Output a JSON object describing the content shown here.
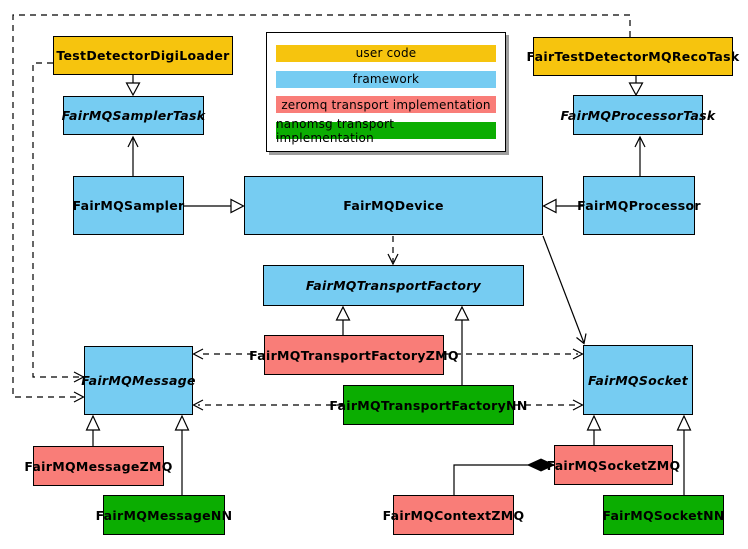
{
  "colors": {
    "user_code": "#F6C40E",
    "framework": "#76CCF2",
    "zeromq": "#F97D78",
    "nanomsg": "#0BAD01",
    "legend_shadow": "#9E9E9E",
    "border": "#000000",
    "background": "#FFFFFF"
  },
  "legend": {
    "items": [
      {
        "label": "user code",
        "category": "user_code"
      },
      {
        "label": "framework",
        "category": "framework"
      },
      {
        "label": "zeromq transport implementation",
        "category": "zeromq"
      },
      {
        "label": "nanomsg transport implementation",
        "category": "nanomsg"
      }
    ]
  },
  "nodes": {
    "digiloader": {
      "label": "TestDetectorDigiLoader",
      "category": "user_code",
      "abstract": false
    },
    "recotask": {
      "label": "FairTestDetectorMQRecoTask",
      "category": "user_code",
      "abstract": false
    },
    "samplertask": {
      "label": "FairMQSamplerTask",
      "category": "framework",
      "abstract": true
    },
    "processortask": {
      "label": "FairMQProcessorTask",
      "category": "framework",
      "abstract": true
    },
    "sampler": {
      "label": "FairMQSampler",
      "category": "framework",
      "abstract": false
    },
    "device": {
      "label": "FairMQDevice",
      "category": "framework",
      "abstract": false
    },
    "processor": {
      "label": "FairMQProcessor",
      "category": "framework",
      "abstract": false
    },
    "transportfactory": {
      "label": "FairMQTransportFactory",
      "category": "framework",
      "abstract": true
    },
    "factoryzmq": {
      "label": "FairMQTransportFactoryZMQ",
      "category": "zeromq",
      "abstract": false
    },
    "factorynn": {
      "label": "FairMQTransportFactoryNN",
      "category": "nanomsg",
      "abstract": false
    },
    "message": {
      "label": "FairMQMessage",
      "category": "framework",
      "abstract": true
    },
    "socket": {
      "label": "FairMQSocket",
      "category": "framework",
      "abstract": true
    },
    "messagezmq": {
      "label": "FairMQMessageZMQ",
      "category": "zeromq",
      "abstract": false
    },
    "messagenn": {
      "label": "FairMQMessageNN",
      "category": "nanomsg",
      "abstract": false
    },
    "contextzmq": {
      "label": "FairMQContextZMQ",
      "category": "zeromq",
      "abstract": false
    },
    "socketzmq": {
      "label": "FairMQSocketZMQ",
      "category": "zeromq",
      "abstract": false
    },
    "socketnn": {
      "label": "FairMQSocketNN",
      "category": "nanomsg",
      "abstract": false
    }
  },
  "edges": [
    {
      "from": "TestDetectorDigiLoader",
      "to": "FairMQSamplerTask",
      "type": "inheritance",
      "style": "solid"
    },
    {
      "from": "FairTestDetectorMQRecoTask",
      "to": "FairMQProcessorTask",
      "type": "inheritance",
      "style": "solid"
    },
    {
      "from": "FairMQSampler",
      "to": "FairMQDevice",
      "type": "inheritance",
      "style": "solid"
    },
    {
      "from": "FairMQProcessor",
      "to": "FairMQDevice",
      "type": "inheritance",
      "style": "solid"
    },
    {
      "from": "FairMQTransportFactoryZMQ",
      "to": "FairMQTransportFactory",
      "type": "inheritance",
      "style": "solid"
    },
    {
      "from": "FairMQTransportFactoryNN",
      "to": "FairMQTransportFactory",
      "type": "inheritance",
      "style": "solid"
    },
    {
      "from": "FairMQMessageZMQ",
      "to": "FairMQMessage",
      "type": "inheritance",
      "style": "solid"
    },
    {
      "from": "FairMQMessageNN",
      "to": "FairMQMessage",
      "type": "inheritance",
      "style": "solid"
    },
    {
      "from": "FairMQSocketZMQ",
      "to": "FairMQSocket",
      "type": "inheritance",
      "style": "solid"
    },
    {
      "from": "FairMQSocketNN",
      "to": "FairMQSocket",
      "type": "inheritance",
      "style": "solid"
    },
    {
      "from": "FairMQSampler",
      "to": "FairMQSamplerTask",
      "type": "association",
      "style": "solid"
    },
    {
      "from": "FairMQProcessor",
      "to": "FairMQProcessorTask",
      "type": "association",
      "style": "solid"
    },
    {
      "from": "FairMQDevice",
      "to": "FairMQSocket",
      "type": "association",
      "style": "solid"
    },
    {
      "from": "FairMQDevice",
      "to": "FairMQTransportFactory",
      "type": "dependency",
      "style": "dashed"
    },
    {
      "from": "FairMQTransportFactoryZMQ",
      "to": "FairMQMessage",
      "type": "dependency",
      "style": "dashed"
    },
    {
      "from": "FairMQTransportFactoryNN",
      "to": "FairMQMessage",
      "type": "dependency",
      "style": "dashed"
    },
    {
      "from": "FairMQTransportFactoryZMQ",
      "to": "FairMQSocket",
      "type": "dependency",
      "style": "dashed"
    },
    {
      "from": "FairMQTransportFactoryNN",
      "to": "FairMQSocket",
      "type": "dependency",
      "style": "dashed"
    },
    {
      "from": "TestDetectorDigiLoader",
      "to": "FairMQMessage",
      "type": "dependency",
      "style": "dashed"
    },
    {
      "from": "FairTestDetectorMQRecoTask",
      "to": "FairMQMessage",
      "type": "dependency",
      "style": "dashed"
    },
    {
      "from": "FairMQSocketZMQ",
      "to": "FairMQContextZMQ",
      "type": "composition",
      "style": "solid"
    }
  ]
}
